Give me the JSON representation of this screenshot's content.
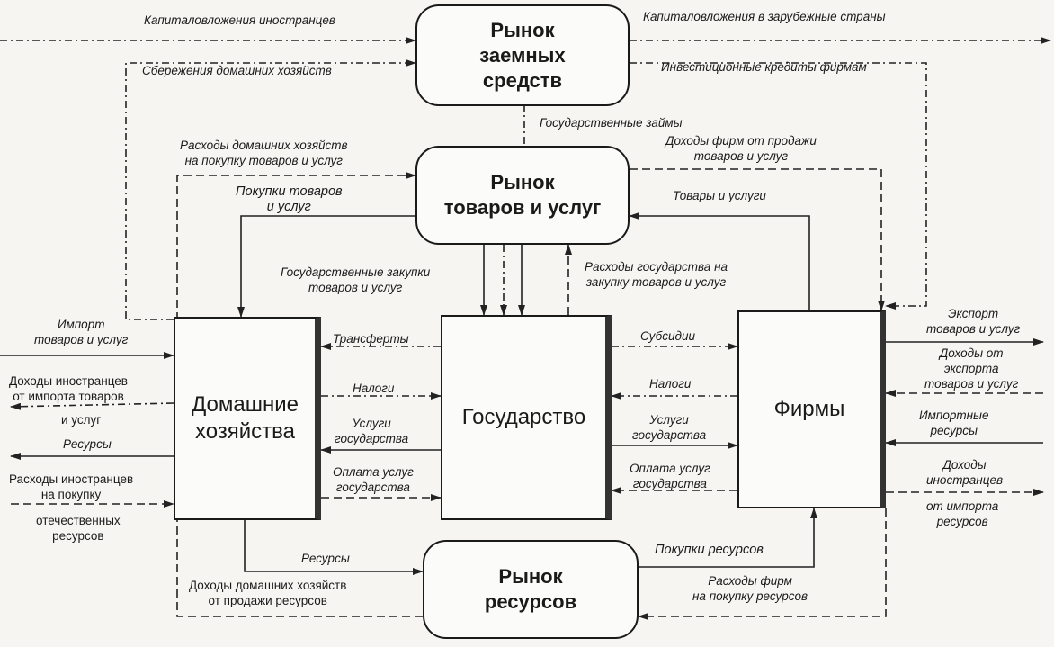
{
  "nodes": {
    "loan_market": "Рынок\nзаемных\nсредств",
    "goods_market": "Рынок\nтоваров и услуг",
    "resource_market": "Рынок\nресурсов",
    "households": "Домашние\nхозяйства",
    "government": "Государство",
    "firms": "Фирмы"
  },
  "labels": {
    "foreign_capital_in": "Капиталовложения иностранцев",
    "capital_out": "Капиталовложения в зарубежные страны",
    "household_savings": "Сбережения домашних хозяйств",
    "investment_credits": "Инвестиционные кредиты фирмам",
    "gov_loans": "Государственные займы",
    "hh_spending": "Расходы домашних хозяйств\nна покупку товаров и услуг",
    "firm_revenue": "Доходы фирм от продажи\nтоваров и услуг",
    "goods_purchases": "Покупки товаров\nи услуг",
    "goods_services": "Товары и услуги",
    "gov_purchases": "Государственные закупки\nтоваров и услуг",
    "gov_spending": "Расходы государства на\nзакупку товаров и услуг",
    "transfers": "Трансферты",
    "subsidies": "Субсидии",
    "taxes_hh": "Налоги",
    "taxes_firms": "Налоги",
    "gov_services_hh": "Услуги\nгосударства",
    "gov_services_firms": "Услуги\nгосударства",
    "payment_hh": "Оплата услуг\nгосударства",
    "payment_firms": "Оплата услуг\nгосударства",
    "import_goods": "Импорт\nтоваров и услуг",
    "foreign_income_import": "Доходы иностранцев\nот импорта товаров",
    "foreign_income_import_2": "и услуг",
    "resources_out": "Ресурсы",
    "foreign_spending": "Расходы иностранцев\nна покупку",
    "foreign_spending_2": "отечественных\nресурсов",
    "export": "Экспорт\nтоваров и услуг",
    "export_revenue": "Доходы от\nэкспорта\nтоваров и услуг",
    "import_resources": "Импортные\nресурсы",
    "foreign_income_res": "Доходы\nиностранцев",
    "foreign_income_res_2": "от импорта\nресурсов",
    "resources_hh": "Ресурсы",
    "hh_income_resources": "Доходы домашних хозяйств\nот продажи ресурсов",
    "resource_purchases": "Покупки ресурсов",
    "firm_resource_spending": "Расходы фирм\nна покупку ресурсов"
  }
}
